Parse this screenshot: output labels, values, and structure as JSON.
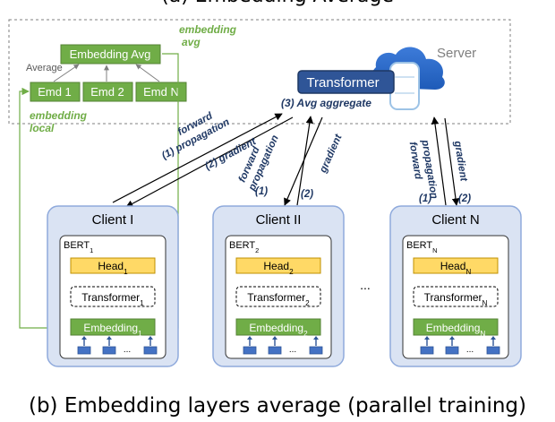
{
  "caption_top": "(a) Embedding Average",
  "server": {
    "label": "Server",
    "transformer": "Transformer",
    "avg_aggregate": "(3) Avg aggregate"
  },
  "embedding": {
    "avg_box": "Embedding Avg",
    "avg_label_1": "embedding",
    "avg_label_2": "avg",
    "average_label": "Average",
    "emd": [
      "Emd 1",
      "Emd 2",
      "Emd N"
    ],
    "local_label_1": "embedding",
    "local_label_2": "local"
  },
  "arrows": {
    "c1": {
      "forward": "forward",
      "propagation": "(1) propagation",
      "gradient": "(2) gradient"
    },
    "c2": {
      "forward": "forward",
      "propagation": "propagation",
      "step1": "(1)",
      "gradient": "gradient",
      "step2": "(2)"
    },
    "cn": {
      "forward": "forward",
      "propagation": "propagation",
      "step1": "(1)",
      "gradient": "gradient",
      "step2": "(2)"
    }
  },
  "clients": [
    {
      "name": "Client I",
      "bert": "BERT",
      "bert_sub": "1",
      "head": "Head",
      "head_sub": "1",
      "transformer": "Transformer",
      "transformer_sub": "1",
      "embedding": "Embedding",
      "embedding_sub": "1"
    },
    {
      "name": "Client II",
      "bert": "BERT",
      "bert_sub": "2",
      "head": "Head",
      "head_sub": "2",
      "transformer": "Transformer",
      "transformer_sub": "2",
      "embedding": "Embedding",
      "embedding_sub": "2"
    },
    {
      "name": "Client N",
      "bert": "BERT",
      "bert_sub": "N",
      "head": "Head",
      "head_sub": "N",
      "transformer": "Transformer",
      "transformer_sub": "N",
      "embedding": "Embedding",
      "embedding_sub": "N"
    }
  ],
  "ellipsis": "...",
  "token_ellipsis": "...",
  "caption": "(b) Embedding layers average (parallel training)",
  "colors": {
    "green_fill": "#70ad47",
    "green_stroke": "#548235",
    "green_text": "#70ad47",
    "client_fill": "#dae3f3",
    "client_stroke": "#8faadc",
    "head_fill": "#ffd966",
    "transformer_blue": "#2f5597",
    "navy_text": "#1f3864"
  }
}
